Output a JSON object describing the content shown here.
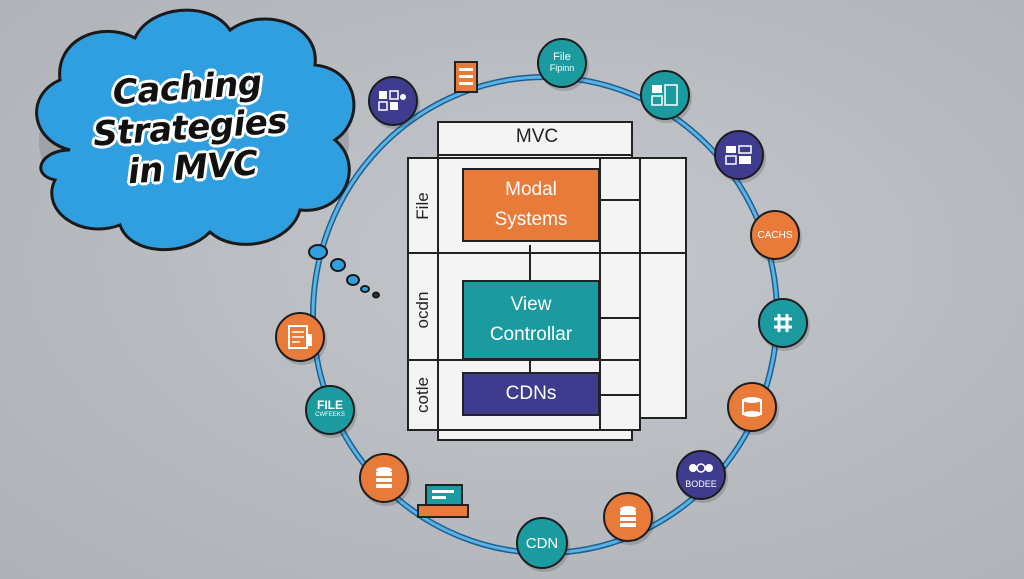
{
  "title": {
    "line1": "Caching",
    "line2": "Strategies",
    "line3": "in MVC"
  },
  "panel": {
    "header": "MVC",
    "side_labels": [
      "File",
      "ocdn",
      "cotle"
    ],
    "blocks": [
      {
        "line1": "Modal",
        "line2": "Systems",
        "color": "#e87a3a"
      },
      {
        "line1": "View",
        "line2": "Controllar",
        "color": "#1b9aa0"
      },
      {
        "line1": "CDNs",
        "line2": "",
        "color": "#3f3c8f"
      }
    ]
  },
  "nodes": {
    "file_top": {
      "line1": "File",
      "line2": "Fipinn"
    },
    "caches": "CACHS",
    "bodee": "BODEE",
    "cdn": "CDN",
    "file_left": {
      "line1": "FILE",
      "line2": "CWFEEKS"
    }
  },
  "colors": {
    "orange": "#e87a3a",
    "teal": "#1b9aa0",
    "purple": "#3f3c8f",
    "cloud": "#2f9fe0",
    "ring": "#3a9ad6"
  }
}
